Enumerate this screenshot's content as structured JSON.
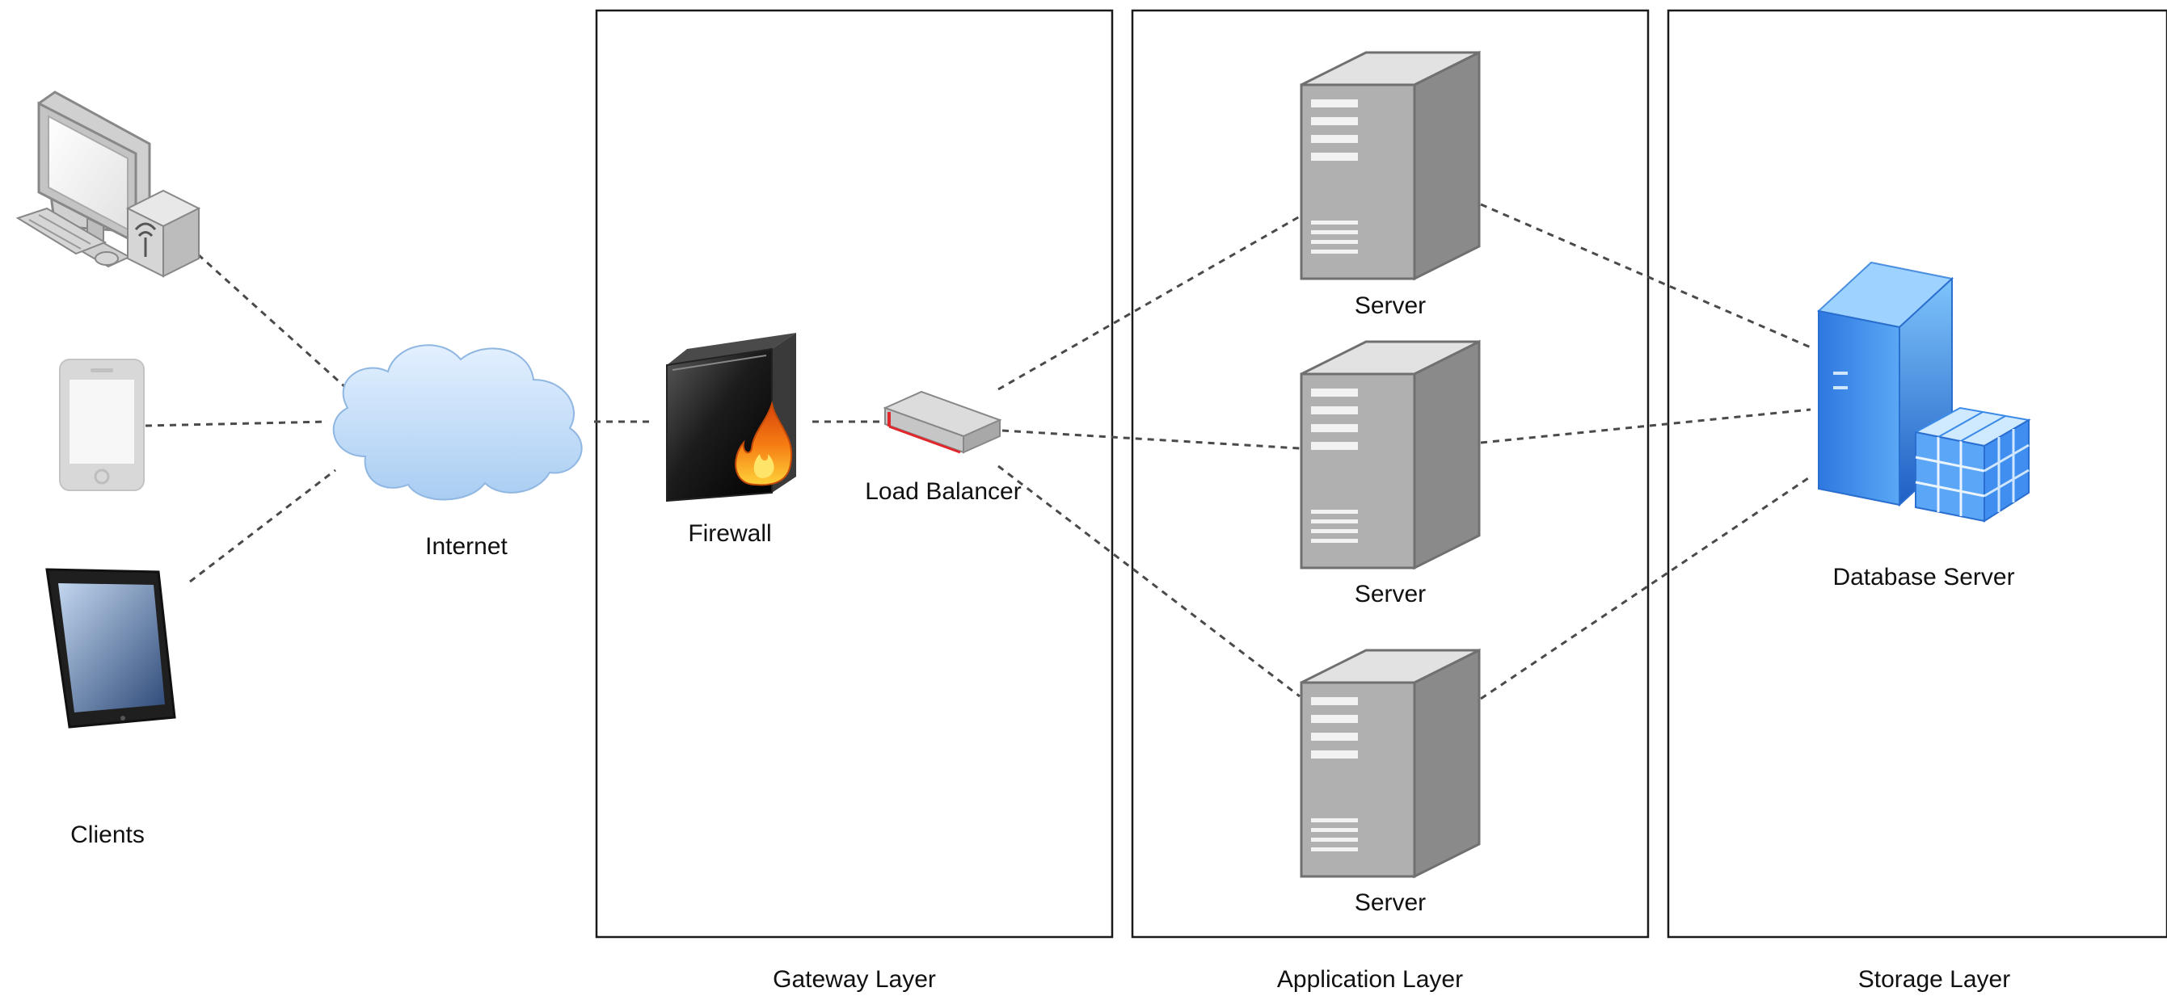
{
  "labels": {
    "clients": "Clients",
    "internet": "Internet",
    "firewall": "Firewall",
    "load_balancer": "Load Balancer",
    "server_1": "Server",
    "server_2": "Server",
    "server_3": "Server",
    "database_server": "Database Server"
  },
  "layers": {
    "gateway": "Gateway Layer",
    "application": "Application Layer",
    "storage": "Storage Layer"
  },
  "icons": {
    "clients": [
      "desktop-computer-icon",
      "smartphone-icon",
      "tablet-icon"
    ],
    "internet": "cloud-icon",
    "firewall": "firewall-icon",
    "load_balancer": "load-balancer-icon",
    "servers": "server-tower-icon",
    "database": "database-server-icon"
  },
  "colors": {
    "cloud": "#b8d6f5",
    "server": "#9a9a9a",
    "database": "#2f7fe0",
    "firewall_flame": "#f07a12",
    "connector": "#4a4a4a"
  },
  "connections": [
    [
      "desktop-computer",
      "internet"
    ],
    [
      "smartphone",
      "internet"
    ],
    [
      "tablet",
      "internet"
    ],
    [
      "internet",
      "firewall"
    ],
    [
      "firewall",
      "load-balancer"
    ],
    [
      "load-balancer",
      "server-1"
    ],
    [
      "load-balancer",
      "server-2"
    ],
    [
      "load-balancer",
      "server-3"
    ],
    [
      "server-1",
      "database-server"
    ],
    [
      "server-2",
      "database-server"
    ],
    [
      "server-3",
      "database-server"
    ]
  ]
}
